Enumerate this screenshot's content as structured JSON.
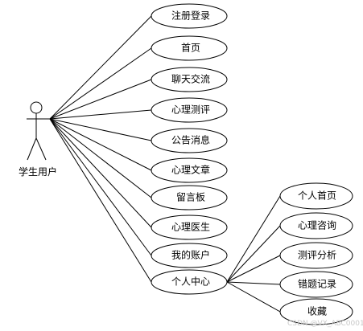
{
  "actor": {
    "name": "学生用户"
  },
  "use_cases": [
    {
      "id": "register_login",
      "label": "注册登录"
    },
    {
      "id": "home",
      "label": "首页"
    },
    {
      "id": "chat",
      "label": "聊天交流"
    },
    {
      "id": "psych_test",
      "label": "心理测评"
    },
    {
      "id": "announcements",
      "label": "公告消息"
    },
    {
      "id": "psych_articles",
      "label": "心理文章"
    },
    {
      "id": "message_board",
      "label": "留言板"
    },
    {
      "id": "psych_doctor",
      "label": "心理医生"
    },
    {
      "id": "my_account",
      "label": "我的账户"
    },
    {
      "id": "personal_center",
      "label": "个人中心"
    }
  ],
  "sub_use_cases": [
    {
      "id": "personal_home",
      "label": "个人首页"
    },
    {
      "id": "psych_consult",
      "label": "心理咨询"
    },
    {
      "id": "test_analysis",
      "label": "测评分析"
    },
    {
      "id": "error_records",
      "label": "错题记录"
    },
    {
      "id": "favorites",
      "label": "收藏"
    }
  ],
  "watermark": "CSDN @VX_ABC0001"
}
